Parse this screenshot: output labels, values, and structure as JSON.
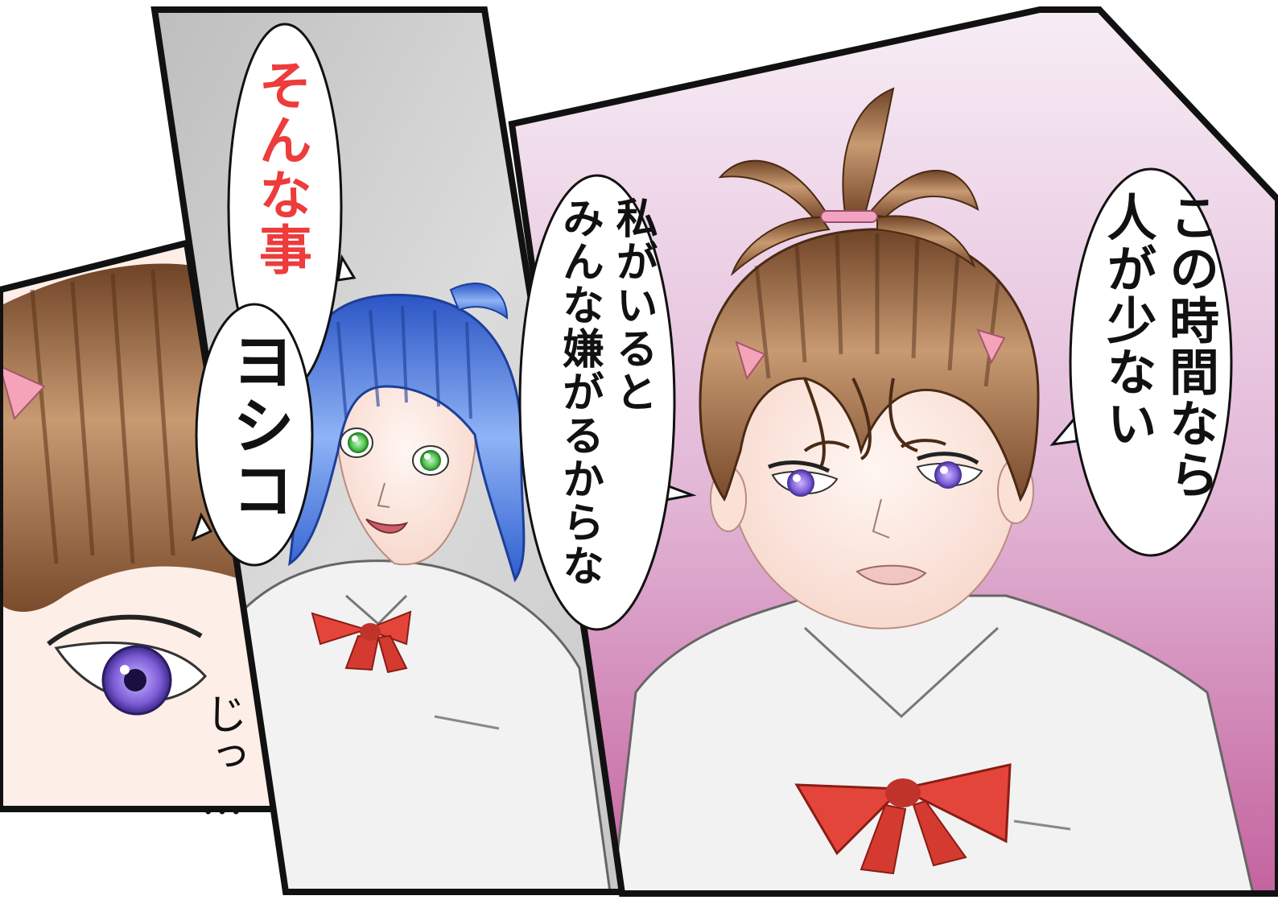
{
  "comic": {
    "bubbles": {
      "sonna": "そんな事",
      "yoshiko": "ヨシコ",
      "watashi": "私がいると\nみんな嫌がるからな",
      "kono": "この時間なら\n人が少ない"
    },
    "sfx": {
      "jitt": "じっ…"
    }
  },
  "colors": {
    "panel_border": "#111111",
    "red_text": "#ee3b3b",
    "bubble_fill": "#ffffff",
    "pink_bg_top": "#f7eef6",
    "pink_bg_bottom": "#c3619d",
    "gray_bg": "#c9c9c9",
    "brown_hair": "#8a5a38",
    "blue_hair": "#3a6fd8",
    "skin": "#fde7dd",
    "shirt": "#f2f2f2",
    "ribbon": "#e4453a",
    "iris_purple": "#7d5bd6",
    "iris_green": "#4cbf4c"
  }
}
